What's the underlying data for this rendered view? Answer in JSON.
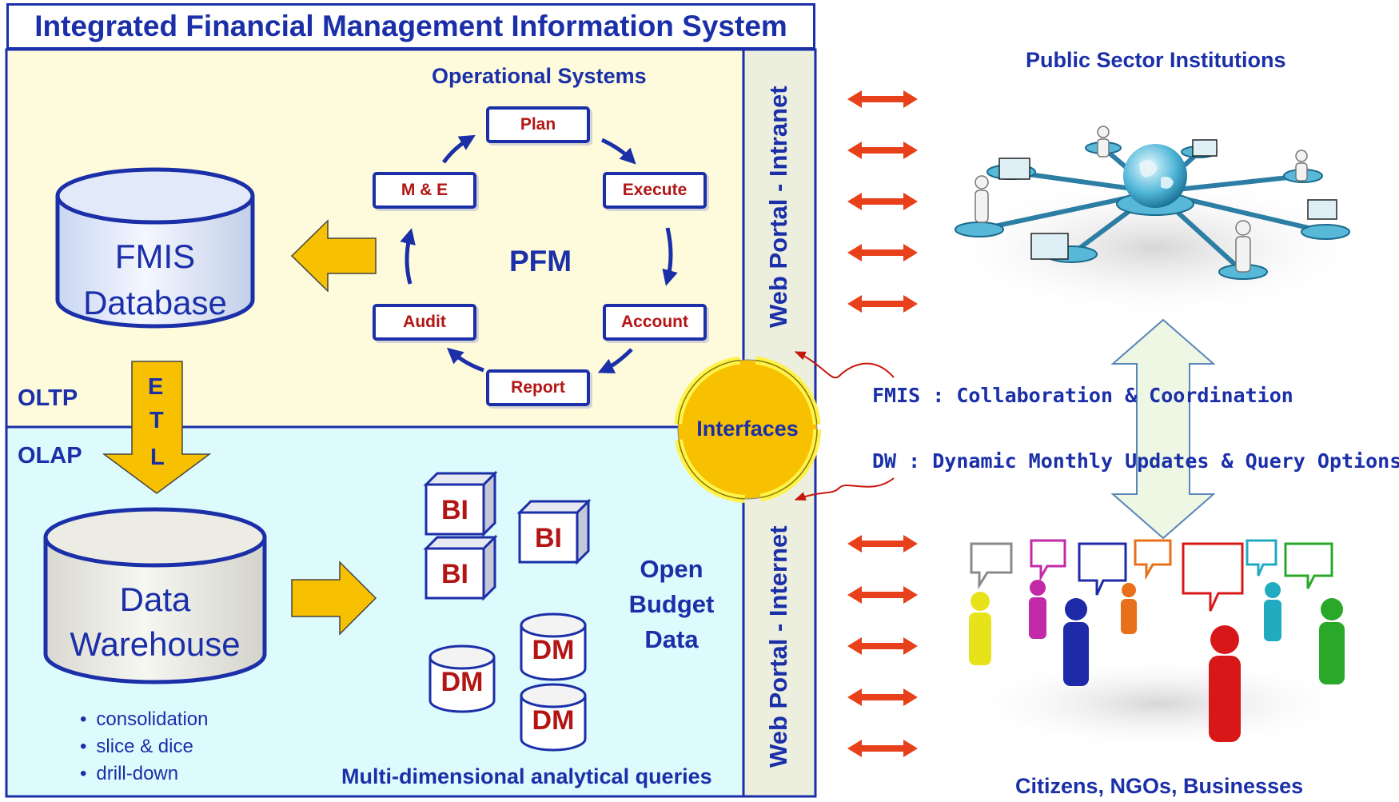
{
  "title": "Integrated Financial Management Information System",
  "operational_systems": "Operational Systems",
  "cycle": {
    "center": "PFM",
    "steps": [
      "Plan",
      "Execute",
      "Account",
      "Report",
      "Audit",
      "M & E"
    ]
  },
  "fmis_db": {
    "line1": "FMIS",
    "line2": "Database"
  },
  "dw": {
    "line1": "Data",
    "line2": "Warehouse"
  },
  "oltp": "OLTP",
  "olap": "OLAP",
  "etl": [
    "E",
    "T",
    "L"
  ],
  "bi_label": "BI",
  "dm_label": "DM",
  "open_budget": [
    "Open",
    "Budget",
    "Data"
  ],
  "dw_ops": [
    "consolidation",
    "slice & dice",
    "drill-down"
  ],
  "multi_dim": "Multi-dimensional analytical queries",
  "interfaces": "Interfaces",
  "portal_intranet": "Web Portal - Intranet",
  "portal_internet": "Web Portal - Internet",
  "public_sector": "Public Sector Institutions",
  "citizens": "Citizens, NGOs, Businesses",
  "fmis_collab": "FMIS : Collaboration & Coordination",
  "dw_updates": "DW : Dynamic Monthly Updates & Query Options",
  "colors": {
    "blue": "#1a2fa8",
    "red_text": "#b31515",
    "arrow_red": "#e8401a",
    "yellow_panel": "#fdfbdc",
    "cyan_panel": "#ddfbfd",
    "gold": "#f7c000",
    "portal_bg": "#eceede"
  },
  "icons": [
    "globe-network-image",
    "people-speech-bubbles-image"
  ]
}
